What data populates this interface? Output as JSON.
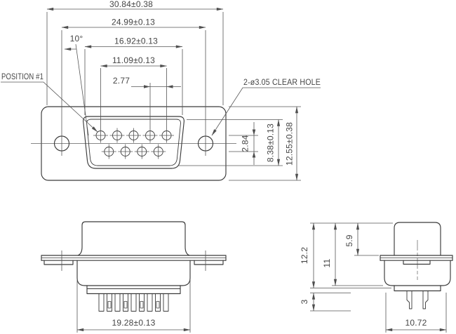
{
  "drawing": {
    "type": "engineering-dimension-drawing",
    "subject": "D-sub 9-pin connector",
    "front_view": {
      "pins_top_row": 5,
      "pins_bottom_row": 4,
      "mounting_holes": 2,
      "dim_overall_width": "30.84±0.38",
      "dim_hole_spacing": "24.99±0.13",
      "dim_shell_width": "16.92±0.13",
      "dim_pin_span": "11.09±0.13",
      "dim_pin_pitch": "2.77",
      "dim_shell_angle": "10°",
      "dim_pin_row_spacing": "2.84",
      "dim_shell_height": "8.38±0.13",
      "dim_body_height": "12.55±0.38",
      "label_position_1": "POSITION #1",
      "label_clear_hole": "2-ø3.05 CLEAR HOLE"
    },
    "bottom_view": {
      "pins": 9,
      "dim_insulator_width": "19.28±0.13"
    },
    "side_view": {
      "pins": 2,
      "dim_total_height": "12.2",
      "dim_body_height": "11",
      "dim_shell_height": "5.9",
      "dim_pin_length": "3",
      "dim_body_depth": "10.72"
    },
    "colors": {
      "object_line": "#3a3a3a",
      "dim_line": "#555555",
      "text": "#454545",
      "background": "#ffffff"
    }
  }
}
